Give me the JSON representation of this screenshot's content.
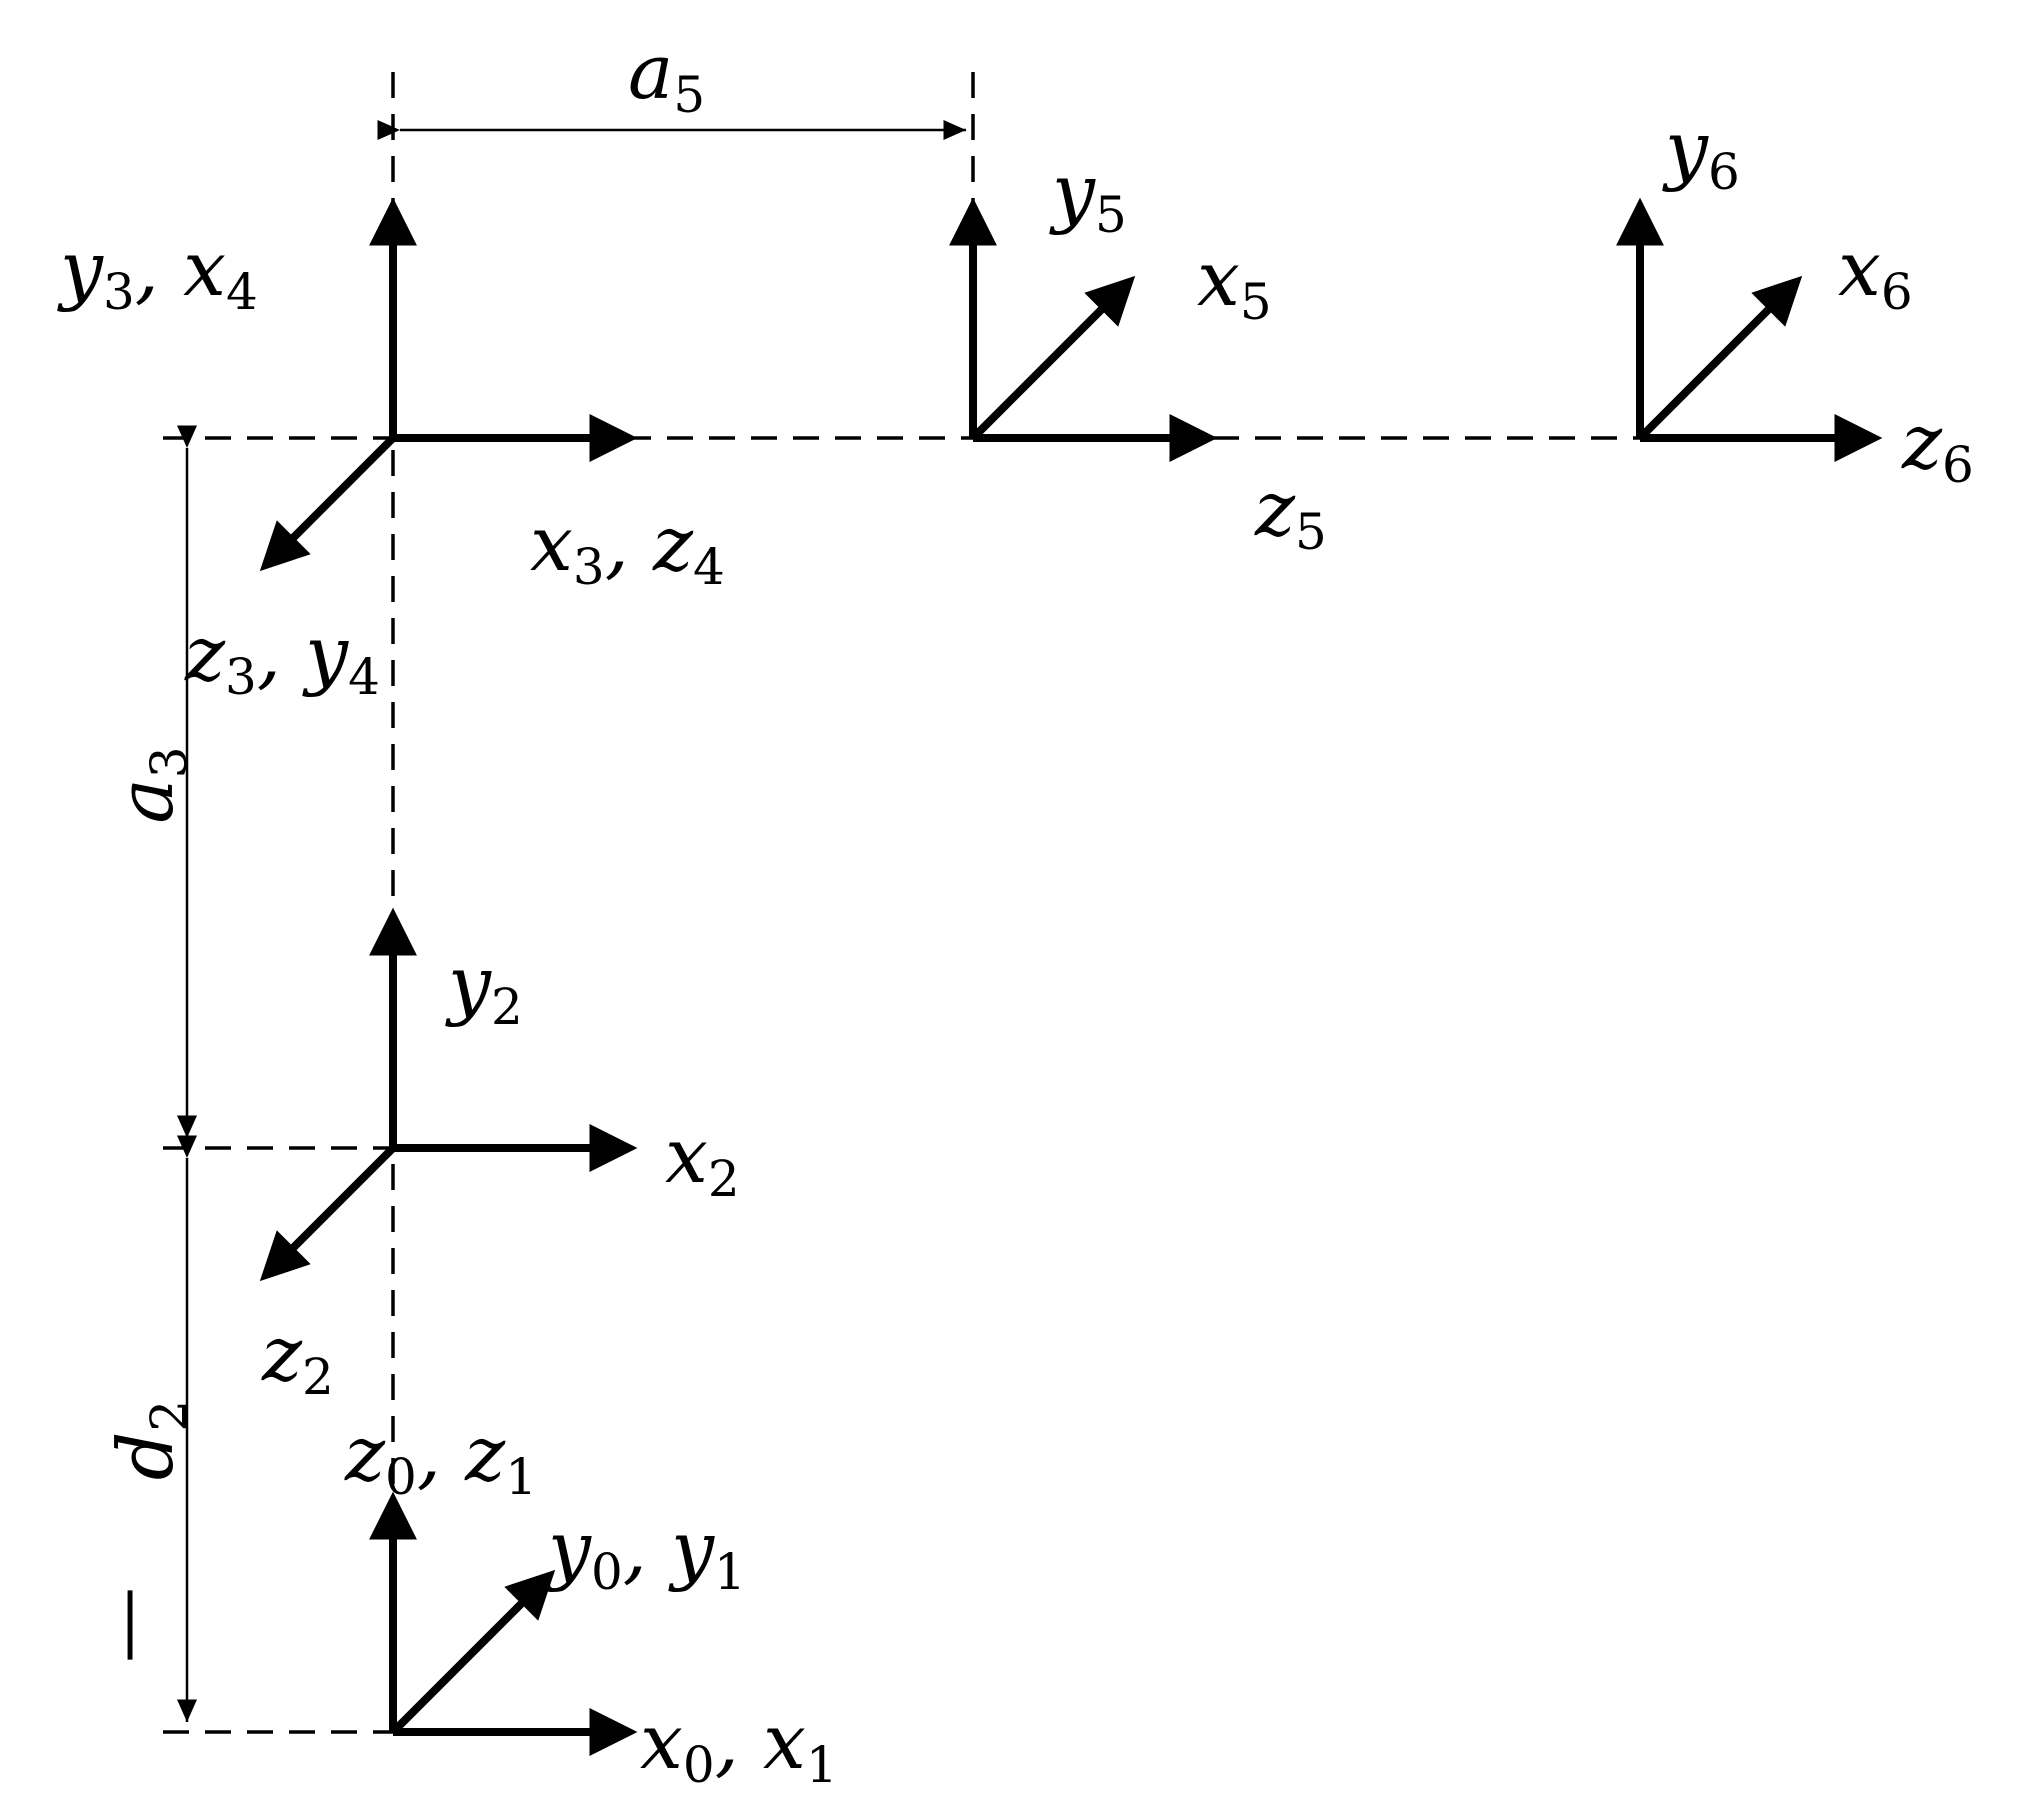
{
  "labels": {
    "a5": {
      "sym": "a",
      "sub": "5"
    },
    "a3": {
      "sym": "a",
      "sub": "3"
    },
    "d2": {
      "sym": "d",
      "sub": "2"
    },
    "y3x4": {
      "s1": "y",
      "sub1": "3",
      "s2": ", x",
      "sub2": "4"
    },
    "x3z4": {
      "s1": "x",
      "sub1": "3",
      "s2": ", z",
      "sub2": "4"
    },
    "z3y4": {
      "s1": "z",
      "sub1": "3",
      "s2": ", y",
      "sub2": "4"
    },
    "y5": {
      "sym": "y",
      "sub": "5"
    },
    "x5": {
      "sym": "x",
      "sub": "5"
    },
    "z5": {
      "sym": "z",
      "sub": "5"
    },
    "y6": {
      "sym": "y",
      "sub": "6"
    },
    "x6": {
      "sym": "x",
      "sub": "6"
    },
    "z6": {
      "sym": "z",
      "sub": "6"
    },
    "y2": {
      "sym": "y",
      "sub": "2"
    },
    "x2": {
      "sym": "x",
      "sub": "2"
    },
    "z2": {
      "sym": "z",
      "sub": "2"
    },
    "z0z1": {
      "s1": "z",
      "sub1": "0",
      "s2": ", z",
      "sub2": "1"
    },
    "y0y1": {
      "s1": "y",
      "sub1": "0",
      "s2": ", y",
      "sub2": "1"
    },
    "x0x1": {
      "s1": "x",
      "sub1": "0",
      "s2": ", x",
      "sub2": "1"
    },
    "dash_mark": "—"
  }
}
